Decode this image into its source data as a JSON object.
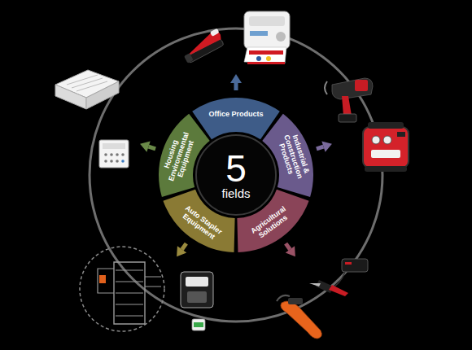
{
  "diagram": {
    "nodes": [
      {
        "text": [
          "5",
          "fields"
        ]
      },
      {
        "text": [
          "Office Products"
        ]
      },
      {
        "text": [
          "Industrial & Construction Products"
        ]
      },
      {
        "text": [
          "Agricultural Solutions"
        ]
      },
      {
        "text": [
          "Auto Stapler Equipment"
        ]
      },
      {
        "text": [
          "Housing Environmental Equipment"
        ]
      }
    ]
  }
}
